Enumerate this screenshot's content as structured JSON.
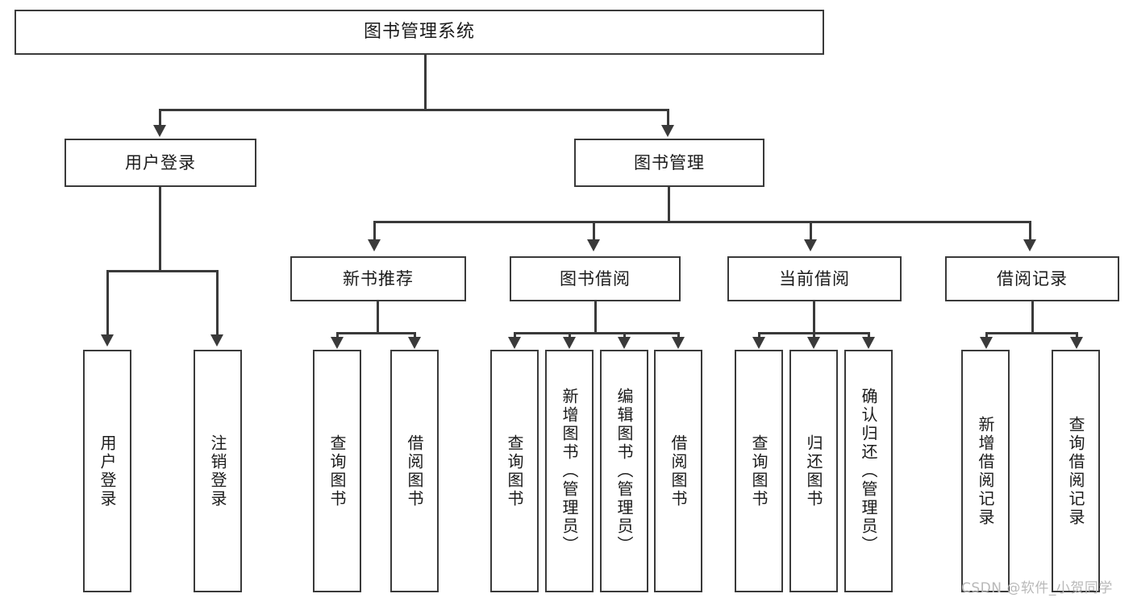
{
  "diagram": {
    "title": "图书管理系统",
    "root": {
      "label": "图书管理系统"
    },
    "level2": [
      {
        "label": "用户登录"
      },
      {
        "label": "图书管理"
      }
    ],
    "level3": [
      {
        "label": "新书推荐"
      },
      {
        "label": "图书借阅"
      },
      {
        "label": "当前借阅"
      },
      {
        "label": "借阅记录"
      }
    ],
    "leaves": {
      "user_login": [
        {
          "label": "用户登录"
        },
        {
          "label": "注销登录"
        }
      ],
      "new_book": [
        {
          "label": "查询图书"
        },
        {
          "label": "借阅图书"
        }
      ],
      "book_borrow": [
        {
          "label": "查询图书"
        },
        {
          "label": "新增图书（管理员）"
        },
        {
          "label": "编辑图书（管理员）"
        },
        {
          "label": "借阅图书"
        }
      ],
      "current_borrow": [
        {
          "label": "查询图书"
        },
        {
          "label": "归还图书"
        },
        {
          "label": "确认归还（管理员）"
        }
      ],
      "borrow_record": [
        {
          "label": "新增借阅记录"
        },
        {
          "label": "查询借阅记录"
        }
      ]
    }
  },
  "watermark": {
    "text": "CSDN @软件_小贺同学"
  },
  "colors": {
    "line": "#3a3a3a",
    "background": "#ffffff",
    "text": "#1b1b1b",
    "watermark": "#b9b9b9"
  }
}
